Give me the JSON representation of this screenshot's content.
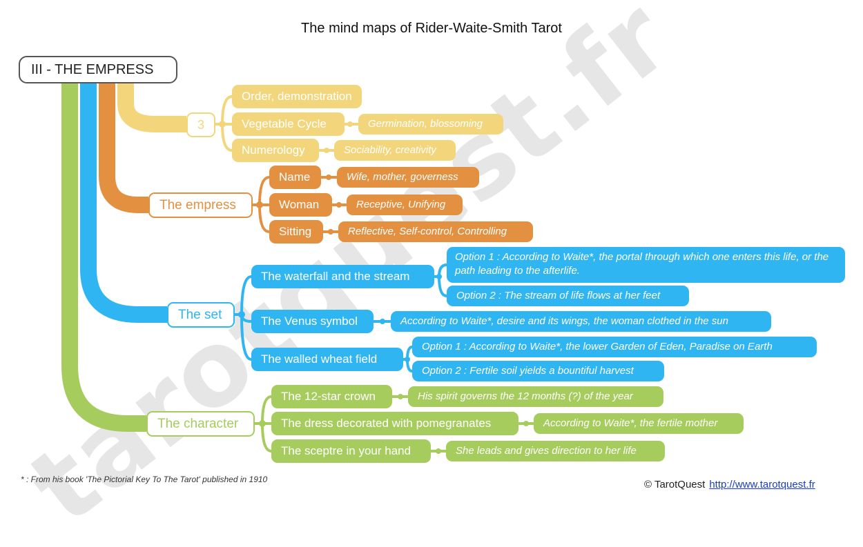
{
  "title": "The mind maps of Rider-Waite-Smith Tarot",
  "watermark": "tarotquest.fr",
  "root": "III - THE EMPRESS",
  "colors": {
    "yellow": "#f3d67b",
    "orange": "#e39040",
    "blue": "#2fb6f2",
    "green": "#a6cc5d"
  },
  "branches": {
    "numerology": {
      "label": "3",
      "items": [
        {
          "label": "Order, demonstration"
        },
        {
          "label": "Vegetable Cycle",
          "detail": "Germination, blossoming"
        },
        {
          "label": "Numerology",
          "detail": "Sociability, creativity"
        }
      ]
    },
    "empress": {
      "label": "The empress",
      "items": [
        {
          "label": "Name",
          "detail": "Wife, mother, governess"
        },
        {
          "label": "Woman",
          "detail": "Receptive, Unifying"
        },
        {
          "label": "Sitting",
          "detail": "Reflective, Self-control, Controlling"
        }
      ]
    },
    "set": {
      "label": "The set",
      "items": [
        {
          "label": "The waterfall and the stream",
          "options": [
            "Option 1 : According to Waite*, the portal through which one enters this life, or the path leading to the afterlife.",
            "Option 2 : The stream of life flows at her feet"
          ]
        },
        {
          "label": "The Venus symbol",
          "detail": "According to Waite*, desire and its wings, the woman clothed in the sun"
        },
        {
          "label": "The walled wheat field",
          "options": [
            "Option 1 : According to Waite*, the lower Garden of Eden, Paradise on Earth",
            "Option 2 : Fertile soil yields a bountiful harvest"
          ]
        }
      ]
    },
    "character": {
      "label": "The character",
      "items": [
        {
          "label": "The 12-star crown",
          "detail": "His spirit governs the 12 months (?) of the year"
        },
        {
          "label": "The dress decorated with pomegranates",
          "detail": "According to Waite*, the fertile mother"
        },
        {
          "label": "The sceptre in your hand",
          "detail": "She leads and gives direction to her life"
        }
      ]
    }
  },
  "footnote": "* : From his book 'The Pictorial Key To The Tarot' published in 1910",
  "copyright": "© TarotQuest",
  "url": "http://www.tarotquest.fr"
}
